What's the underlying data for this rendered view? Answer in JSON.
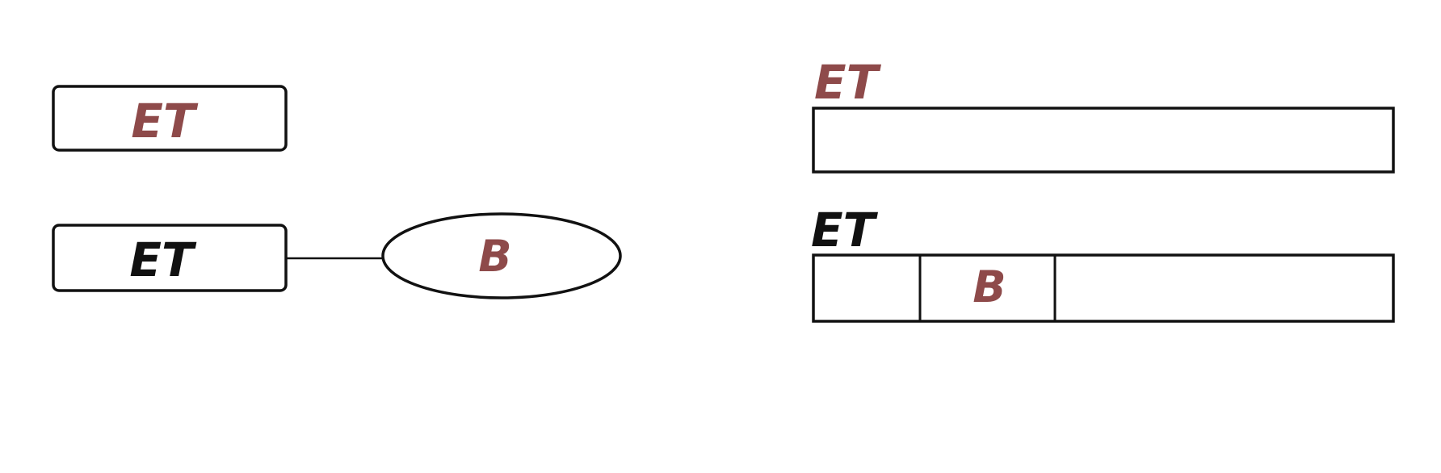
{
  "colors": {
    "ink": "#111111",
    "accent": "#8e4a4a",
    "background": "#ffffff"
  },
  "left_diagram": {
    "entity_top": {
      "label": "ET",
      "label_color": "accent"
    },
    "entity_bottom": {
      "label": "ET",
      "label_color": "ink"
    },
    "attribute": {
      "label": "B",
      "label_color": "accent"
    }
  },
  "right_diagram": {
    "table_top": {
      "title": "ET",
      "title_color": "accent",
      "cells": []
    },
    "table_bottom": {
      "title": "ET",
      "title_color": "ink",
      "cells": [
        "",
        "B",
        ""
      ]
    }
  }
}
